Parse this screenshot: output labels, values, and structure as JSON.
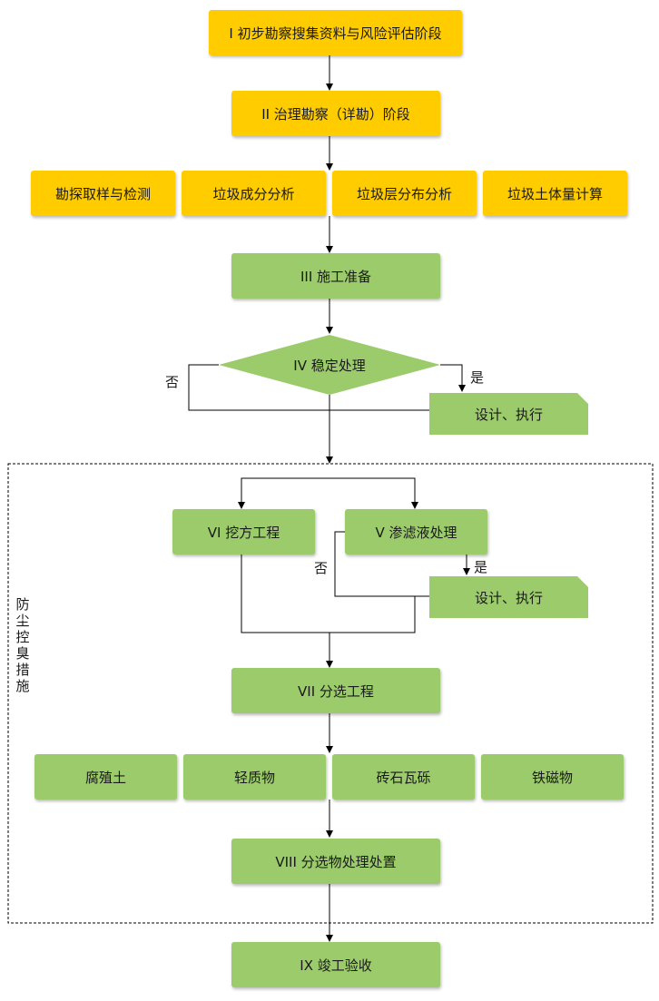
{
  "colors": {
    "yellow": "#FFCC00",
    "green": "#9BCB6A",
    "line": "#000000"
  },
  "stage1": "I 初步勘察搜集资料与风险评估阶段",
  "stage2": "II 治理勘察（详勘）阶段",
  "survey_tasks": [
    "勘探取样与检测",
    "垃圾成分分析",
    "垃圾层分布分析",
    "垃圾土体量计算"
  ],
  "stage3": "III 施工准备",
  "stage4": "IV 稳定处理",
  "design_execute": "设计、执行",
  "yes": "是",
  "no": "否",
  "stage6": "VI 挖方工程",
  "stage5": "V 渗滤液处理",
  "stage7": "VII 分选工程",
  "sorted_materials": [
    "腐殖土",
    "轻质物",
    "砖石瓦砾",
    "铁磁物"
  ],
  "stage8": "VIII 分选物处理处置",
  "stage9": "IX 竣工验收",
  "side_label": "防尘控臭措施"
}
